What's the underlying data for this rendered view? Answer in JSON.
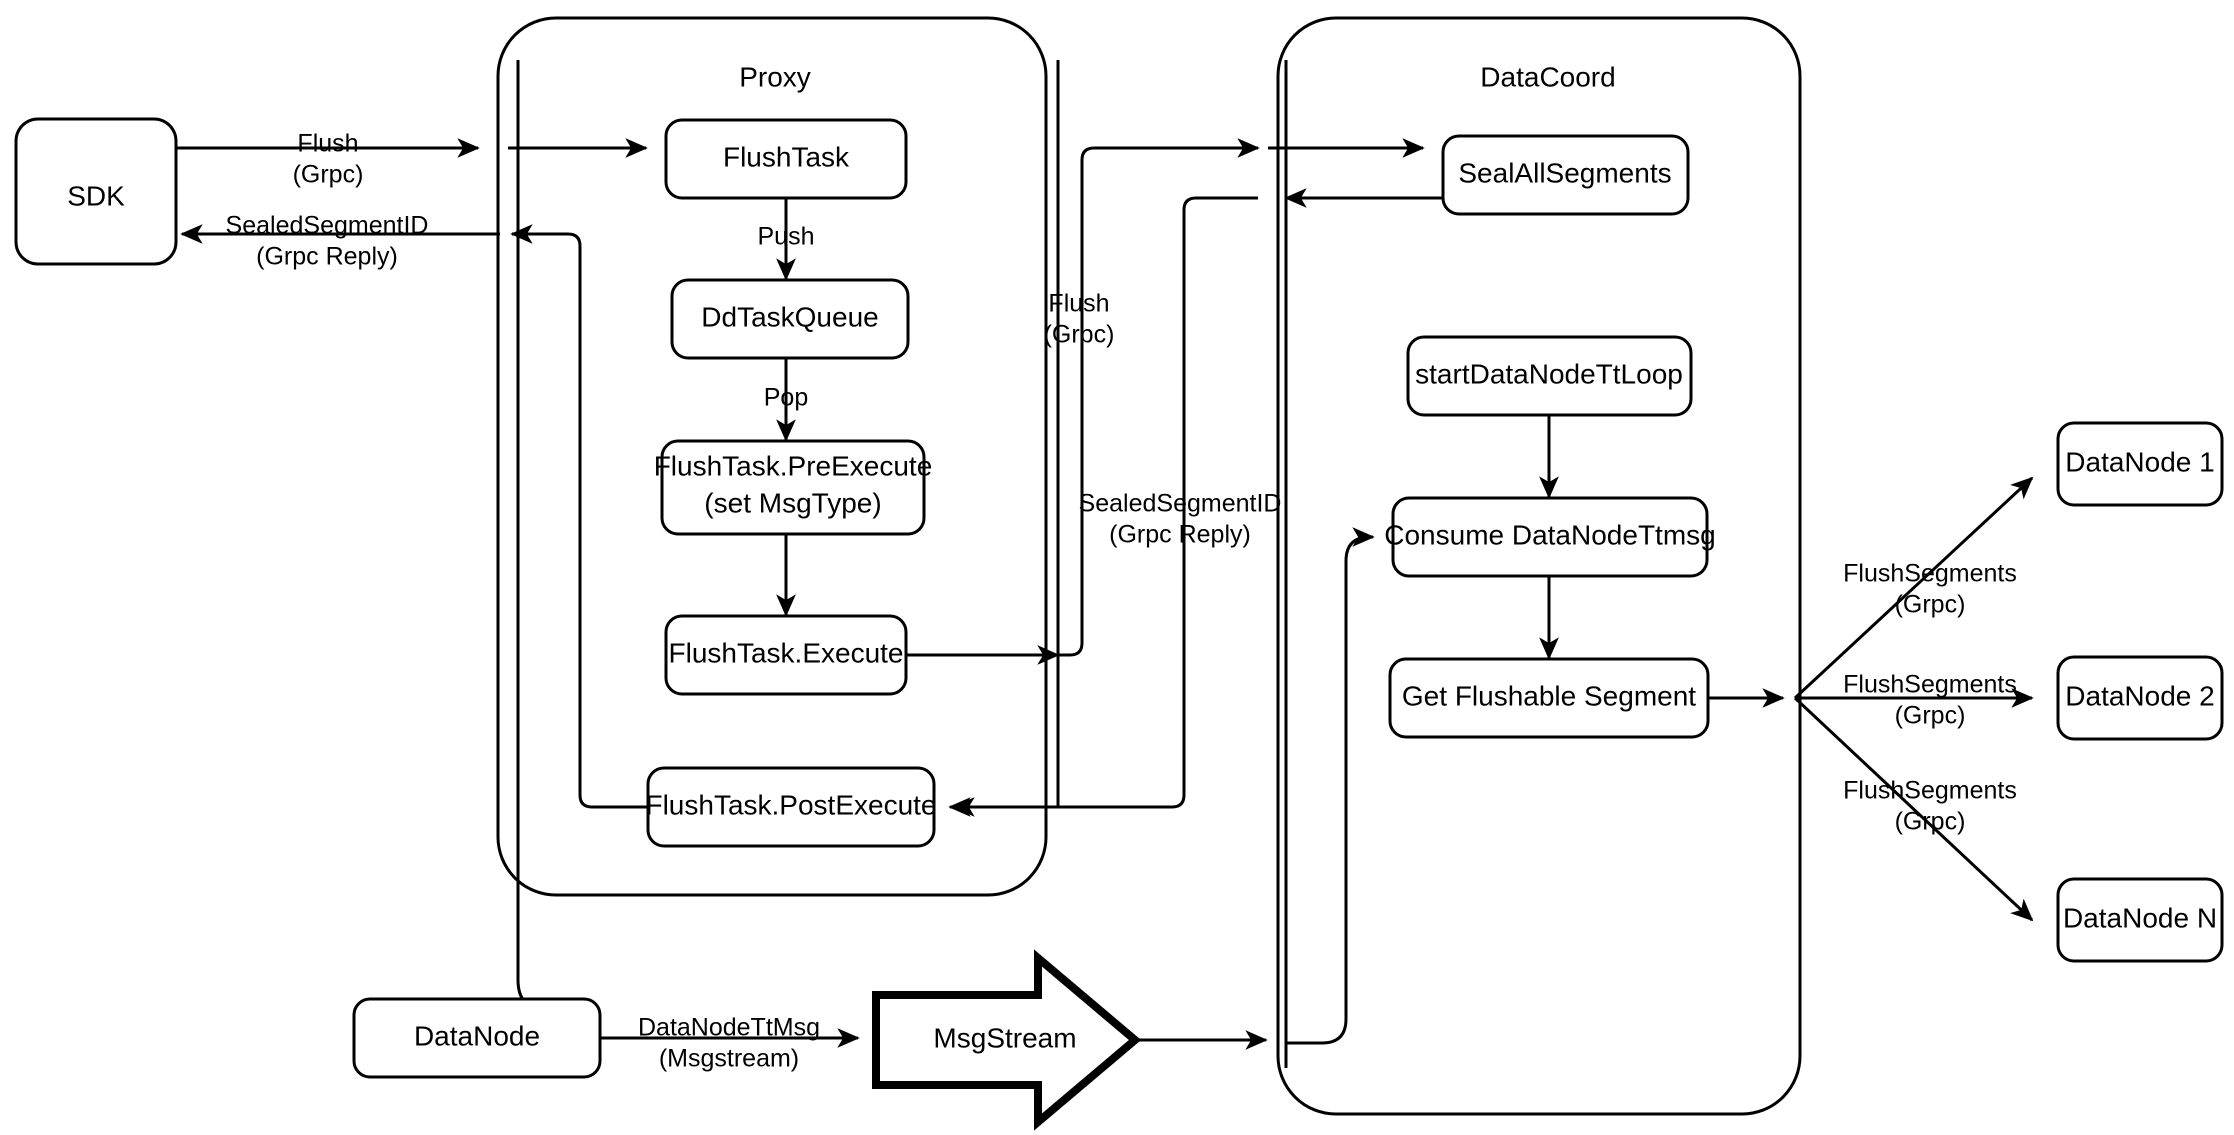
{
  "diagram": {
    "title": "Milvus Flush Sequence Architecture",
    "background_color": "#ffffff",
    "stroke_color": "#000000"
  },
  "groups": [
    {
      "id": "proxy",
      "label": "Proxy"
    },
    {
      "id": "datacoord",
      "label": "DataCoord"
    }
  ],
  "nodes": {
    "sdk": {
      "label": "SDK"
    },
    "flushtask": {
      "label": "FlushTask"
    },
    "ddtaskqueue": {
      "label": "DdTaskQueue"
    },
    "preexecute_l1": {
      "label": "FlushTask.PreExecute"
    },
    "preexecute_l2": {
      "label": "(set MsgType)"
    },
    "execute": {
      "label": "FlushTask.Execute"
    },
    "postexecute": {
      "label": "FlushTask.PostExecute"
    },
    "sealallsegments": {
      "label": "SealAllSegments"
    },
    "startttloop": {
      "label": "startDataNodeTtLoop"
    },
    "consumettmsg": {
      "label": "Consume DataNodeTtmsg"
    },
    "getflushable": {
      "label": "Get Flushable Segment"
    },
    "datanode_src": {
      "label": "DataNode"
    },
    "msgstream": {
      "label": "MsgStream"
    },
    "datanode1": {
      "label": "DataNode 1"
    },
    "datanode2": {
      "label": "DataNode 2"
    },
    "datanoden": {
      "label": "DataNode N"
    }
  },
  "edge_labels": {
    "sdk_flush_l1": "Flush",
    "sdk_flush_l2": "(Grpc)",
    "sdk_reply_l1": "SealedSegmentID",
    "sdk_reply_l2": "(Grpc Reply)",
    "push": "Push",
    "pop": "Pop",
    "proxy_flush_l1": "Flush",
    "proxy_flush_l2": "(Grpc)",
    "proxy_reply_l1": "SealedSegmentID",
    "proxy_reply_l2": "(Grpc Reply)",
    "ttmsg_l1": "DataNodeTtMsg",
    "ttmsg_l2": "(Msgstream)",
    "flushseg1_l1": "FlushSegments",
    "flushseg1_l2": "(Grpc)",
    "flushseg2_l1": "FlushSegments",
    "flushseg2_l2": "(Grpc)",
    "flushsegn_l1": "FlushSegments",
    "flushsegn_l2": "(Grpc)"
  }
}
